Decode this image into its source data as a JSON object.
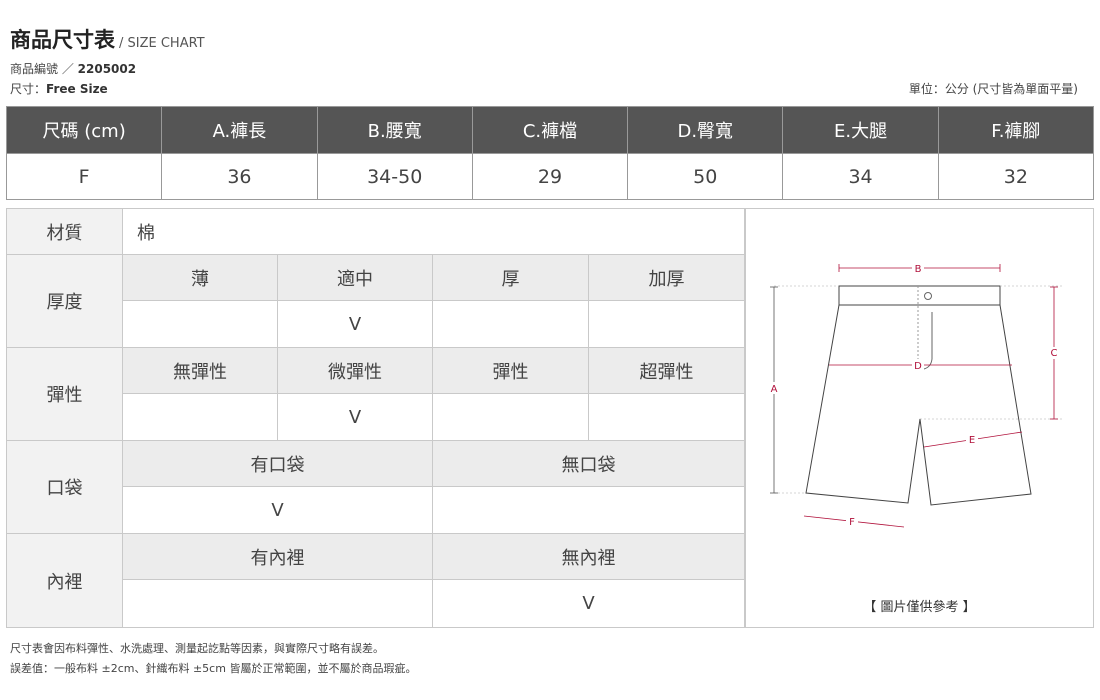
{
  "header": {
    "title": "商品尺寸表",
    "subtitle": "/ SIZE CHART",
    "product_code_label": "商品編號 ／ ",
    "product_code": "2205002",
    "size_label": "尺寸：",
    "size_value": "Free Size",
    "unit_note": "單位：公分 (尺寸皆為單面平量)"
  },
  "size_table": {
    "headers": [
      "尺碼 (cm)",
      "A.褲長",
      "B.腰寬",
      "C.褲檔",
      "D.臀寬",
      "E.大腿",
      "F.褲腳"
    ],
    "rows": [
      [
        "F",
        "36",
        "34-50",
        "29",
        "50",
        "34",
        "32"
      ]
    ]
  },
  "details": {
    "material": {
      "label": "材質",
      "value": "棉"
    },
    "thickness": {
      "label": "厚度",
      "options": [
        "薄",
        "適中",
        "厚",
        "加厚"
      ],
      "mark": "V"
    },
    "elasticity": {
      "label": "彈性",
      "options": [
        "無彈性",
        "微彈性",
        "彈性",
        "超彈性"
      ],
      "mark": "V"
    },
    "pocket": {
      "label": "口袋",
      "options": [
        "有口袋",
        "無口袋"
      ],
      "mark": "V"
    },
    "lining": {
      "label": "內裡",
      "options": [
        "有內裡",
        "無內裡"
      ],
      "mark": "V"
    }
  },
  "diagram": {
    "labels": {
      "a": "A",
      "b": "B",
      "c": "C",
      "d": "D",
      "e": "E",
      "f": "F"
    },
    "caption": "【 圖片僅供參考 】",
    "accent_color": "#b0103a"
  },
  "footnotes": [
    "尺寸表會因布料彈性、水洗處理、測量起訖點等因素，與實際尺寸略有誤差。",
    "誤差值：一般布料 ±2cm、針織布料 ±5cm 皆屬於正常範圍，並不屬於商品瑕疵。"
  ]
}
